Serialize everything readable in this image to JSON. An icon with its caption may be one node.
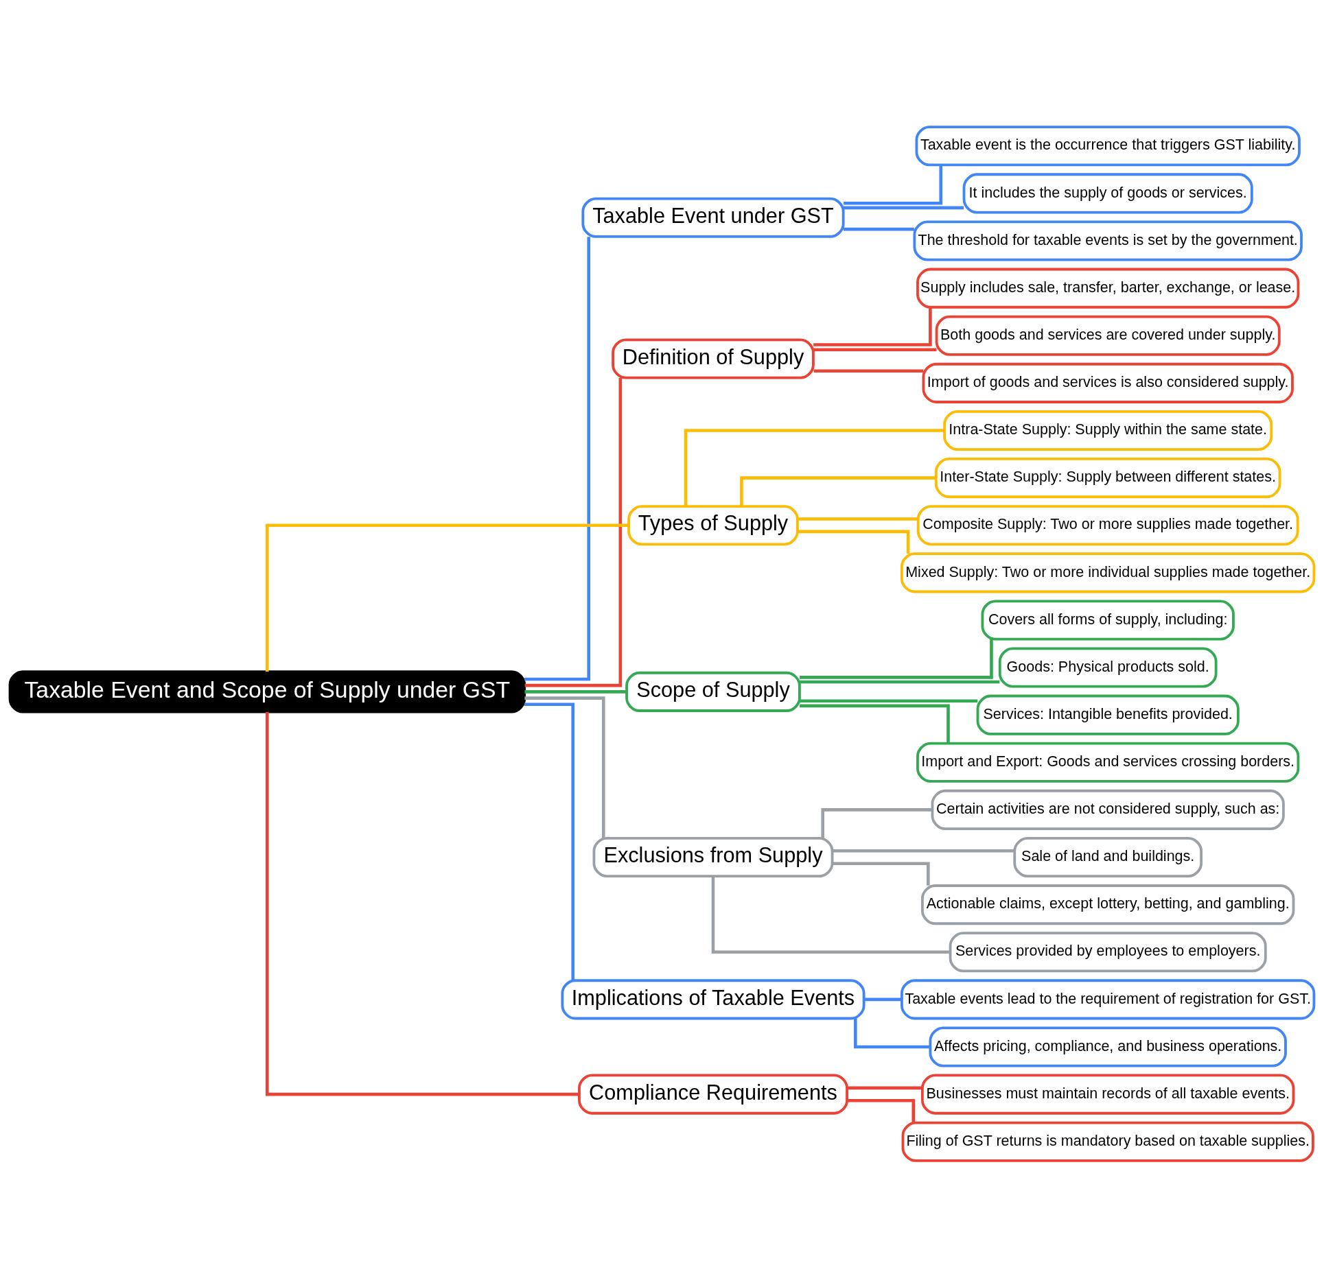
{
  "diagram": {
    "nodes": [
      {
        "text": [
          "Taxable Event and Scope of Supply under GST"
        ]
      },
      {
        "text": [
          "Taxable Event under GST"
        ]
      },
      {
        "text": [
          "Taxable event is the occurrence that triggers GST liability."
        ]
      },
      {
        "text": [
          "It includes the supply of goods or services."
        ]
      },
      {
        "text": [
          "The threshold for taxable events is set by the government."
        ]
      },
      {
        "text": [
          "Definition of Supply"
        ]
      },
      {
        "text": [
          "Supply includes sale, transfer, barter, exchange, or lease."
        ]
      },
      {
        "text": [
          "Both goods and services are covered under supply."
        ]
      },
      {
        "text": [
          "Import of goods and services is also considered supply."
        ]
      },
      {
        "text": [
          "Types of Supply"
        ]
      },
      {
        "text": [
          "Intra-State Supply: Supply within the same state."
        ]
      },
      {
        "text": [
          "Inter-State Supply: Supply between different states."
        ]
      },
      {
        "text": [
          "Composite Supply: Two or more supplies made together."
        ]
      },
      {
        "text": [
          "Mixed Supply: Two or more individual supplies made together."
        ]
      },
      {
        "text": [
          "Scope of Supply"
        ]
      },
      {
        "text": [
          "Covers all forms of supply, including:"
        ]
      },
      {
        "text": [
          "Goods: Physical products sold."
        ]
      },
      {
        "text": [
          "Services: Intangible benefits provided."
        ]
      },
      {
        "text": [
          "Import and Export: Goods and services crossing borders."
        ]
      },
      {
        "text": [
          "Exclusions from Supply"
        ]
      },
      {
        "text": [
          "Certain activities are not considered supply, such as:"
        ]
      },
      {
        "text": [
          "Sale of land and buildings."
        ]
      },
      {
        "text": [
          "Actionable claims, except lottery, betting, and gambling."
        ]
      },
      {
        "text": [
          "Services provided by employees to employers."
        ]
      },
      {
        "text": [
          "Implications of Taxable Events"
        ]
      },
      {
        "text": [
          "Taxable events lead to the requirement of registration for GST."
        ]
      },
      {
        "text": [
          "Affects pricing, compliance, and business operations."
        ]
      },
      {
        "text": [
          "Compliance Requirements"
        ]
      },
      {
        "text": [
          "Businesses must maintain records of all taxable events."
        ]
      },
      {
        "text": [
          "Filing of GST returns is mandatory based on taxable supplies."
        ]
      }
    ],
    "edges": [
      {
        "from": 0,
        "to": 1,
        "arrow": "none",
        "color": "#4285f4"
      },
      {
        "from": 1,
        "to": 2,
        "arrow": "none",
        "color": "#4285f4"
      },
      {
        "from": 1,
        "to": 3,
        "arrow": "none",
        "color": "#4285f4"
      },
      {
        "from": 1,
        "to": 4,
        "arrow": "none",
        "color": "#4285f4"
      },
      {
        "from": 0,
        "to": 5,
        "arrow": "none",
        "color": "#ea4335"
      },
      {
        "from": 5,
        "to": 6,
        "arrow": "none",
        "color": "#ea4335"
      },
      {
        "from": 5,
        "to": 7,
        "arrow": "none",
        "color": "#ea4335"
      },
      {
        "from": 5,
        "to": 8,
        "arrow": "none",
        "color": "#ea4335"
      },
      {
        "from": 0,
        "to": 9,
        "arrow": "none",
        "color": "#fbbc05"
      },
      {
        "from": 9,
        "to": 10,
        "arrow": "none",
        "color": "#fbbc05"
      },
      {
        "from": 9,
        "to": 11,
        "arrow": "none",
        "color": "#fbbc05"
      },
      {
        "from": 9,
        "to": 12,
        "arrow": "none",
        "color": "#fbbc05"
      },
      {
        "from": 9,
        "to": 13,
        "arrow": "none",
        "color": "#fbbc05"
      },
      {
        "from": 0,
        "to": 14,
        "arrow": "none",
        "color": "#34a853"
      },
      {
        "from": 14,
        "to": 15,
        "arrow": "none",
        "color": "#34a853"
      },
      {
        "from": 14,
        "to": 16,
        "arrow": "none",
        "color": "#34a853"
      },
      {
        "from": 14,
        "to": 17,
        "arrow": "none",
        "color": "#34a853"
      },
      {
        "from": 14,
        "to": 18,
        "arrow": "none",
        "color": "#34a853"
      },
      {
        "from": 0,
        "to": 19,
        "arrow": "none",
        "color": "#9aa0a6"
      },
      {
        "from": 19,
        "to": 20,
        "arrow": "none",
        "color": "#9aa0a6"
      },
      {
        "from": 19,
        "to": 21,
        "arrow": "none",
        "color": "#9aa0a6"
      },
      {
        "from": 19,
        "to": 22,
        "arrow": "none",
        "color": "#9aa0a6"
      },
      {
        "from": 19,
        "to": 23,
        "arrow": "none",
        "color": "#9aa0a6"
      },
      {
        "from": 0,
        "to": 24,
        "arrow": "none",
        "color": "#4285f4"
      },
      {
        "from": 24,
        "to": 25,
        "arrow": "none",
        "color": "#4285f4"
      },
      {
        "from": 24,
        "to": 26,
        "arrow": "none",
        "color": "#4285f4"
      },
      {
        "from": 0,
        "to": 27,
        "arrow": "none",
        "color": "#ea4335"
      },
      {
        "from": 27,
        "to": 28,
        "arrow": "none",
        "color": "#ea4335"
      },
      {
        "from": 27,
        "to": 29,
        "arrow": "none",
        "color": "#ea4335"
      }
    ]
  }
}
